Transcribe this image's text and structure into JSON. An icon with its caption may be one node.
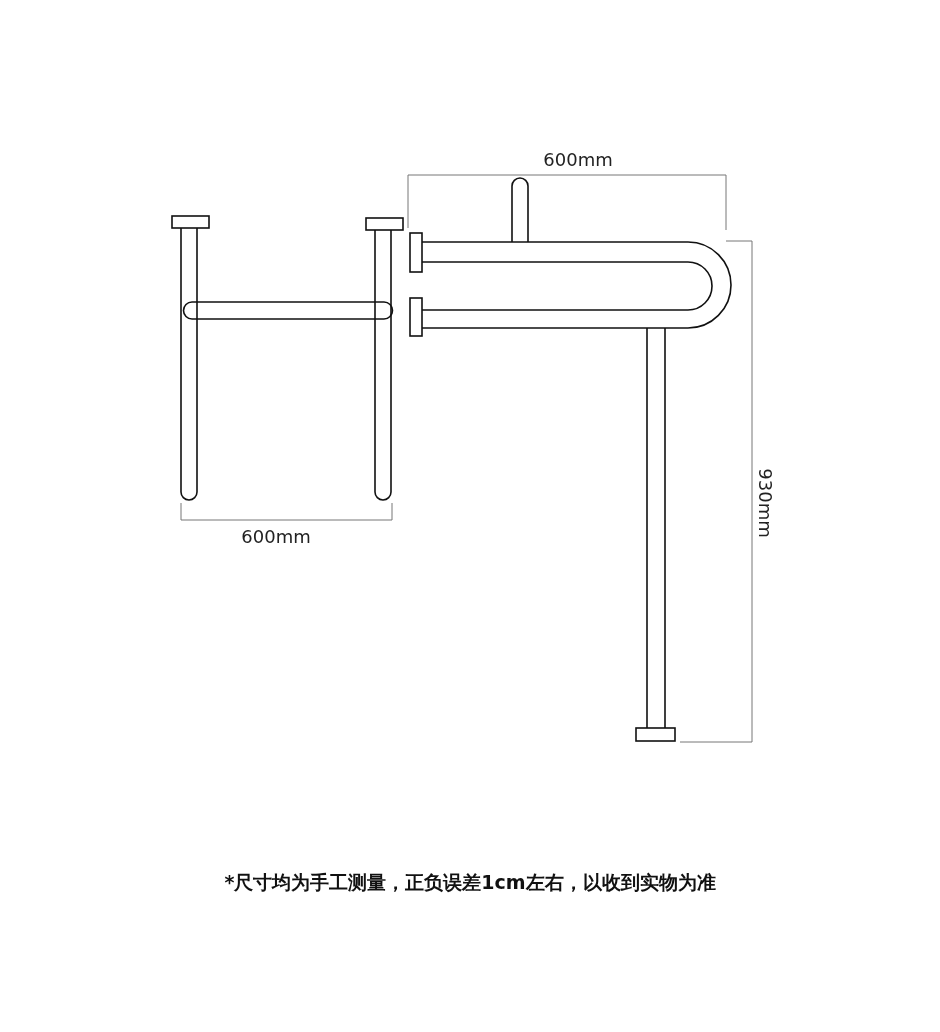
{
  "diagram": {
    "caption": "*尺寸均为手工测量，正负误差1cm左右，以收到实物为准",
    "labels": [
      "600mm",
      "930mm",
      "600mm"
    ]
  }
}
